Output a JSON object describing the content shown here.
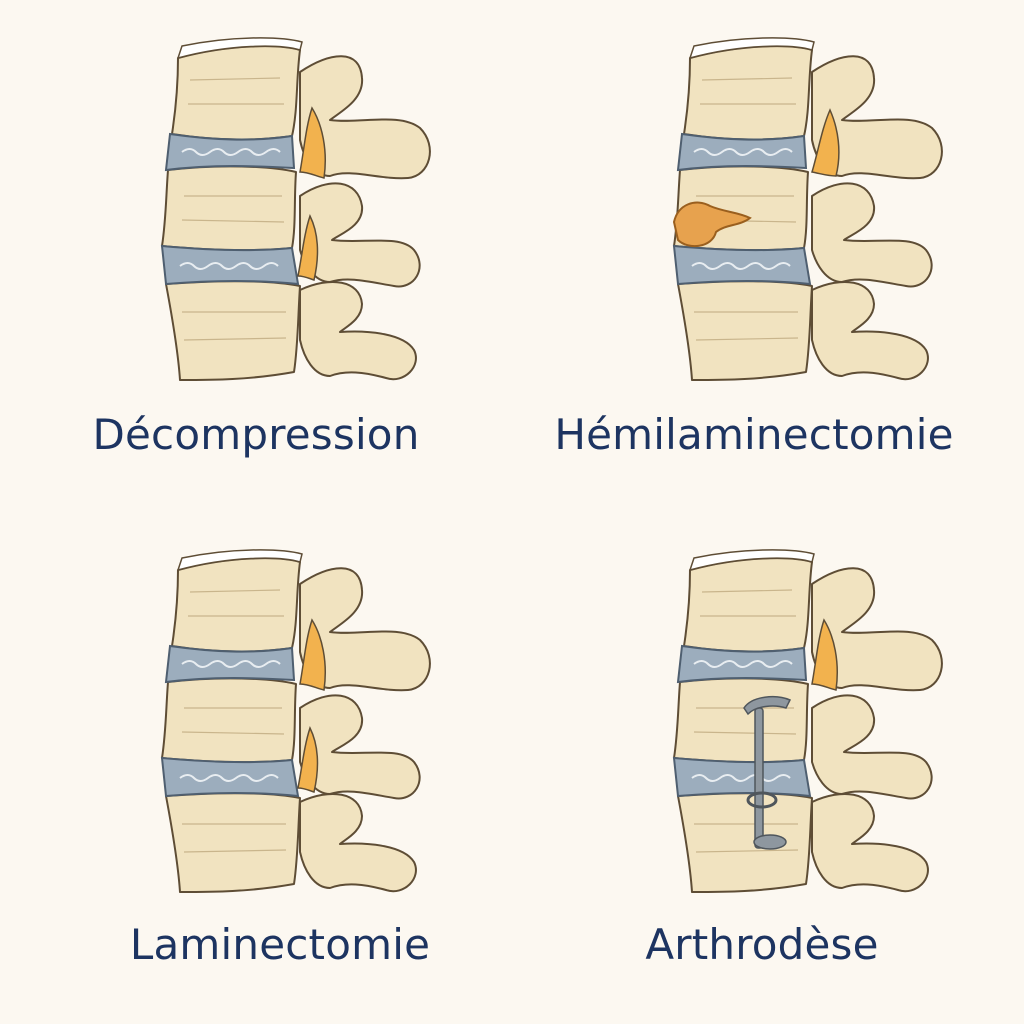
{
  "colors": {
    "background": "#fcf8f1",
    "bone_fill": "#f1e3c0",
    "bone_stroke": "#5e4d35",
    "disc_fill": "#9cadbd",
    "disc_stroke": "#4f5f70",
    "ligament": "#f2b24e",
    "hernia": "#e7a24e",
    "hardware": "#8e979f",
    "caption": "#1d3461"
  },
  "panels": [
    {
      "id": "decompression",
      "label": "Décompression",
      "variant": "decompression"
    },
    {
      "id": "hemilaminectomy",
      "label": "Hémilaminectomie",
      "variant": "hemi"
    },
    {
      "id": "laminectomy",
      "label": "Laminectomie",
      "variant": "lamin"
    },
    {
      "id": "arthrodesis",
      "label": "Arthrodèse",
      "variant": "fusion"
    }
  ]
}
